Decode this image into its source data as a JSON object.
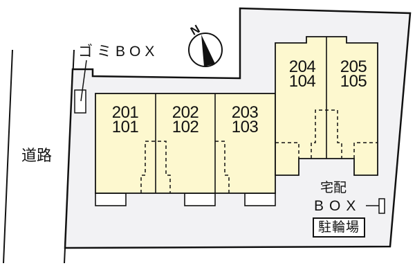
{
  "labels": {
    "road": "道路",
    "garbage_box": "ゴミBOX",
    "delivery_box_line1": "宅配",
    "delivery_box_line2": "BOX",
    "bicycle_parking": "駐輪場",
    "north": "N"
  },
  "units": [
    {
      "upper": "201",
      "lower": "101"
    },
    {
      "upper": "202",
      "lower": "102"
    },
    {
      "upper": "203",
      "lower": "103"
    },
    {
      "upper": "204",
      "lower": "104"
    },
    {
      "upper": "205",
      "lower": "105"
    }
  ],
  "colors": {
    "site_fill": "#f2f2f4",
    "building_fill": "#fdf8cf",
    "line": "#111111",
    "background": "#ffffff"
  }
}
